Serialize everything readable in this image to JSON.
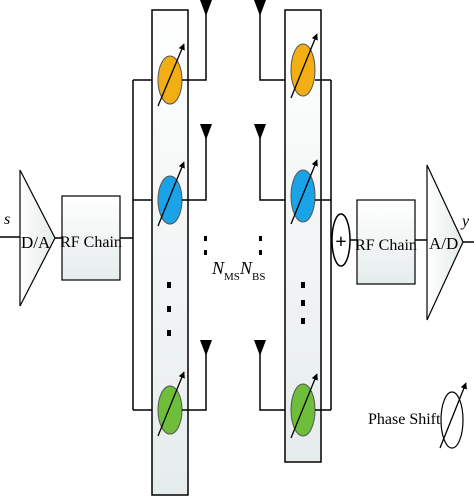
{
  "tx": {
    "input_symbol": "s",
    "dac_label": "D/A",
    "rf_chain_label": "RF Chain"
  },
  "rx": {
    "output_symbol": "y",
    "adc_label": "A/D",
    "rf_chain_label": "RF Chain",
    "combiner_symbol": "+"
  },
  "center_labels": {
    "ms_base": "N",
    "ms_sub": "MS",
    "bs_base": "N",
    "bs_sub": "BS"
  },
  "legend": {
    "label": "Phase Shifter"
  },
  "colors": {
    "top_shifter": "#f3ae14",
    "second_shifter": "#1aa3e6",
    "bottom_shifter": "#6ebe3b",
    "block_fill_start": "#ffffff",
    "block_fill_end": "#e6ecec",
    "line": "#000000"
  },
  "icons": {
    "antenna": "antenna-icon",
    "phase_shifter": "phase-shifter-icon",
    "adder": "adder-icon",
    "ellipsis": "vertical-ellipsis-icon"
  }
}
